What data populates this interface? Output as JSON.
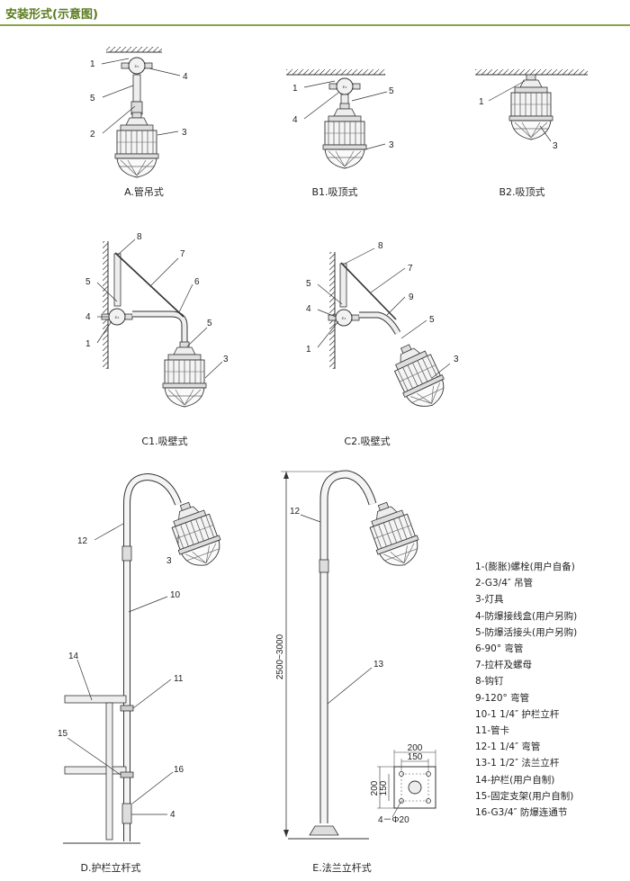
{
  "header": {
    "title": "安装形式(示意图)"
  },
  "captions": {
    "a": "A.管吊式",
    "b1": "B1.吸顶式",
    "b2": "B2.吸顶式",
    "c1": "C1.吸壁式",
    "c2": "C2.吸壁式",
    "d": "D.护栏立杆式",
    "e": "E.法兰立杆式"
  },
  "callouts": {
    "a": [
      "1",
      "4",
      "5",
      "2",
      "3"
    ],
    "b1": [
      "1",
      "5",
      "4",
      "3"
    ],
    "b2": [
      "1",
      "3"
    ],
    "c1": [
      "8",
      "7",
      "5",
      "6",
      "4",
      "1",
      "5",
      "3"
    ],
    "c2": [
      "8",
      "7",
      "5",
      "9",
      "4",
      "5",
      "1",
      "3"
    ],
    "d": [
      "12",
      "3",
      "10",
      "14",
      "11",
      "15",
      "16",
      "4"
    ],
    "e": [
      "12",
      "13"
    ]
  },
  "dimensions": {
    "height": "2500~3000",
    "flange_outer": "200",
    "flange_inner": "150",
    "flange_outer_v": "200",
    "flange_inner_v": "150",
    "holes": "4－Φ20"
  },
  "legend": [
    "1-(膨胀)螺栓(用户自备)",
    "2-G3/4″ 吊管",
    "3-灯具",
    "4-防爆接线盒(用户另购)",
    "5-防爆活接头(用户另购)",
    "6-90° 弯管",
    "7-拉杆及螺母",
    "8-钩钉",
    "9-120° 弯管",
    "10-1 1/4″ 护栏立杆",
    "11-管卡",
    "12-1 1/4″ 弯管",
    "13-1 1/2″ 法兰立杆",
    "14-护栏(用户自制)",
    "15-固定支架(用户自制)",
    "16-G3/4″ 防爆连通节"
  ]
}
